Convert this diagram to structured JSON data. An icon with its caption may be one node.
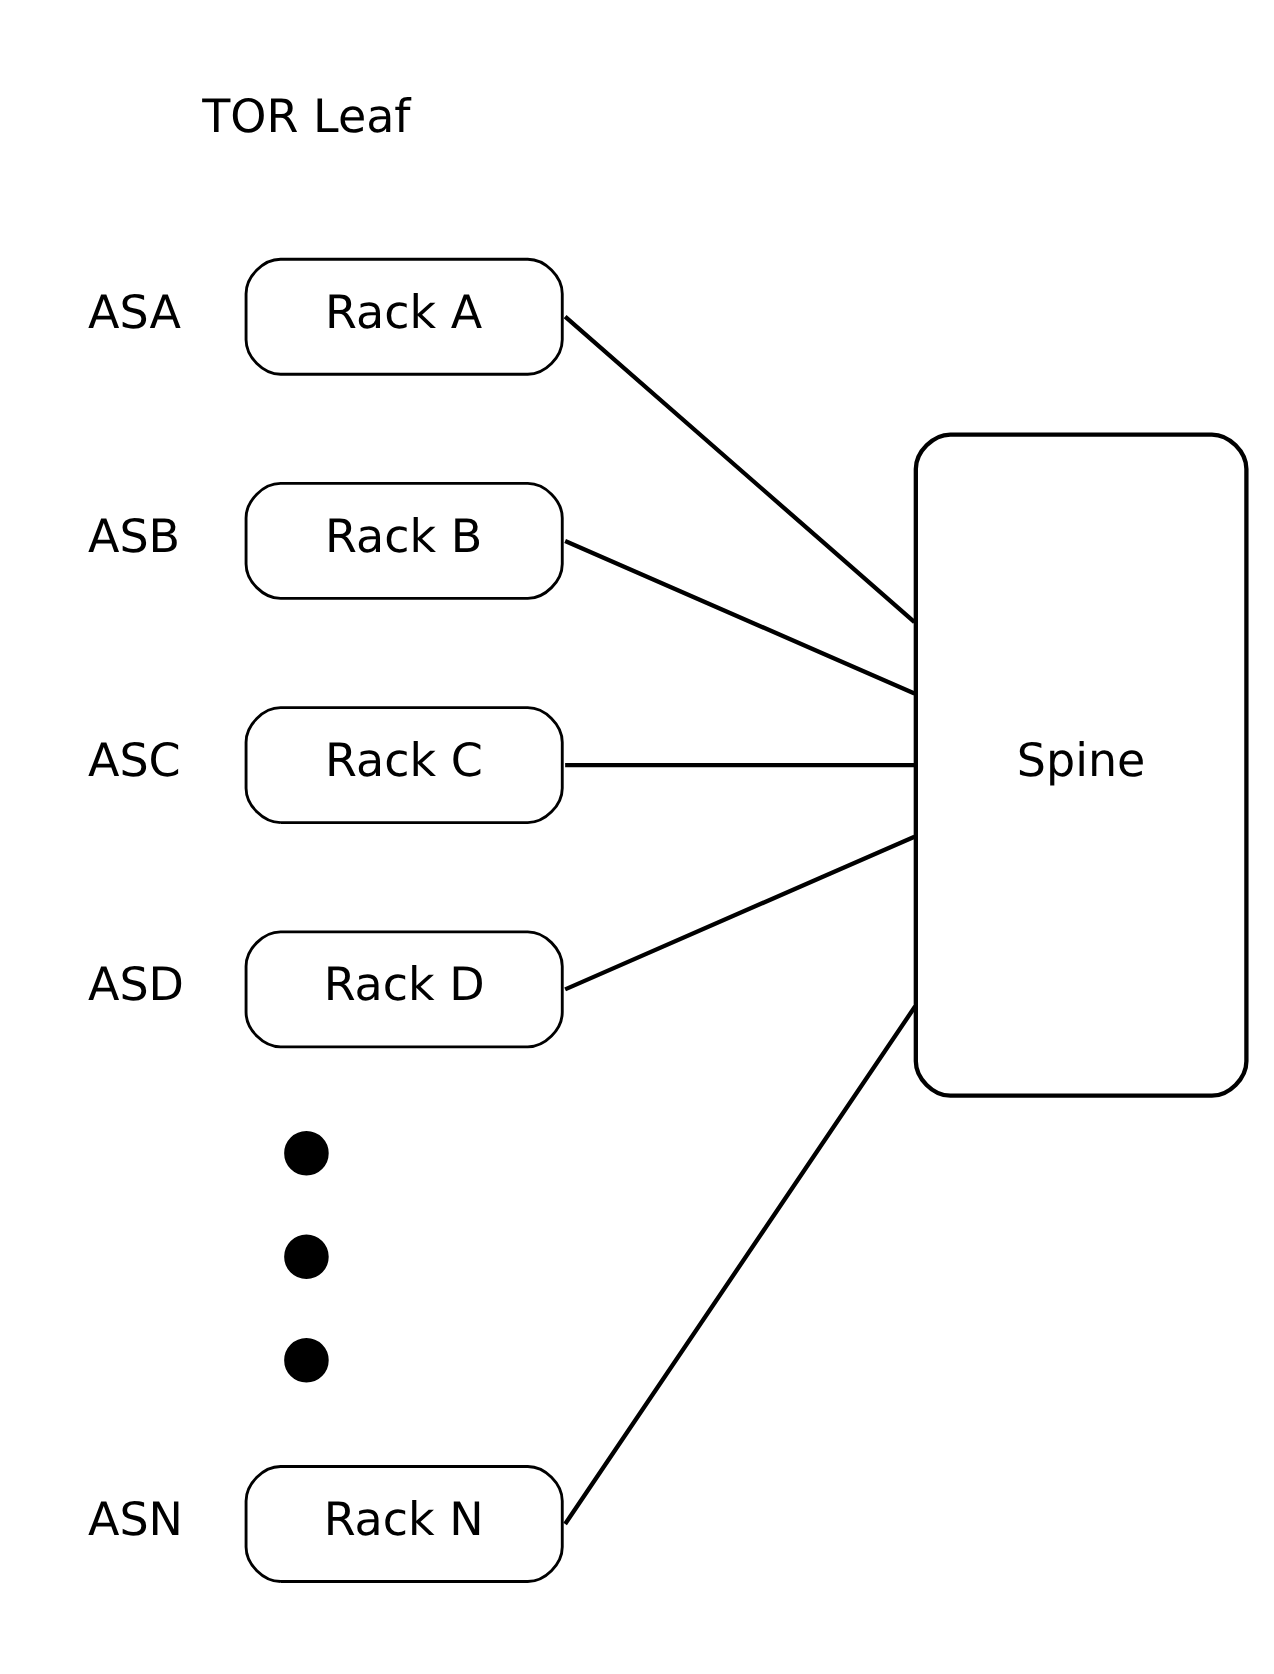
{
  "diagram": {
    "nodes": [
      {
        "text": [
          "Rack A"
        ],
        "beside": [
          "ASA"
        ]
      },
      {
        "text": [
          "Rack B"
        ],
        "beside": [
          "ASB"
        ]
      },
      {
        "text": [
          "Rack C"
        ],
        "beside": [
          "ASC"
        ]
      },
      {
        "text": [
          "Rack D"
        ],
        "beside": [
          "ASD"
        ]
      },
      {
        "text": [],
        "shape": "circle"
      },
      {
        "text": [],
        "shape": "circle"
      },
      {
        "text": [],
        "shape": "circle"
      },
      {
        "text": [
          "Rack N"
        ],
        "beside": [
          "ASN"
        ]
      },
      {
        "text": [
          "Spine"
        ]
      }
    ],
    "edges": [
      {
        "from": 0,
        "to": 8,
        "arrow": "none"
      },
      {
        "from": 1,
        "to": 8,
        "arrow": "none"
      },
      {
        "from": 2,
        "to": 8,
        "arrow": "none"
      },
      {
        "from": 3,
        "to": 8,
        "arrow": "none"
      },
      {
        "from": 7,
        "to": 8,
        "arrow": "none"
      }
    ],
    "labels": [
      "TOR Leaf"
    ]
  }
}
